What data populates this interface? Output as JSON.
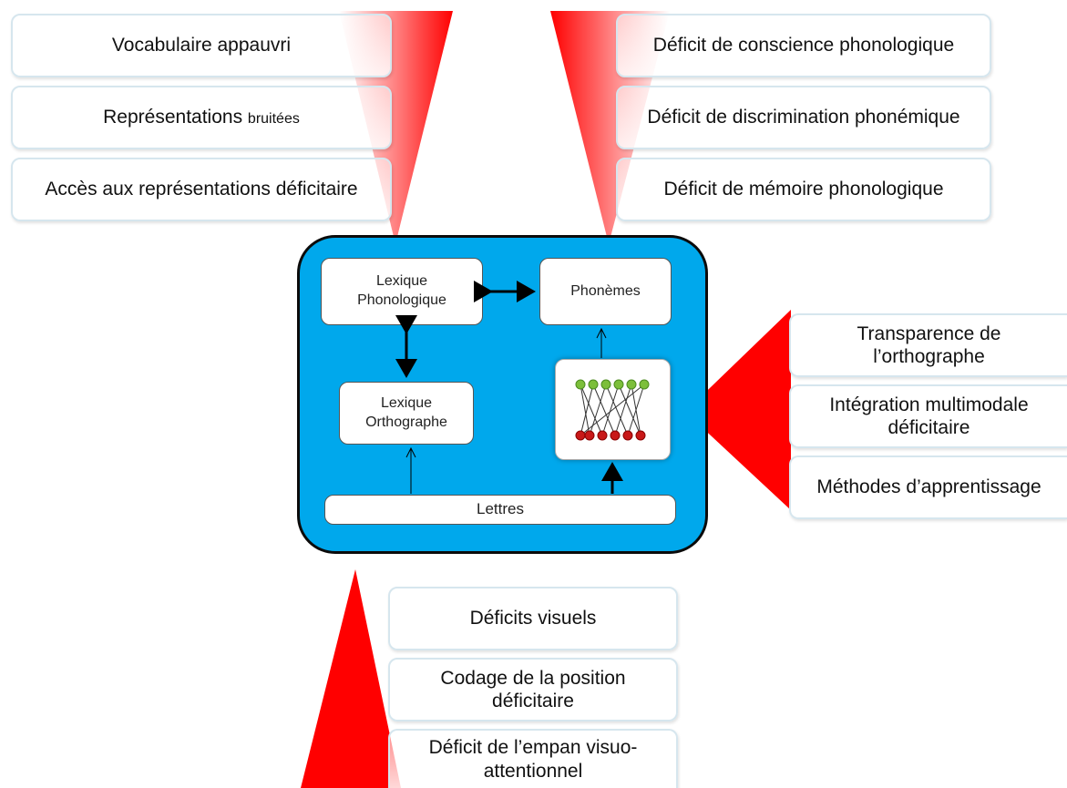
{
  "top_left": {
    "vocab": "Vocabulaire appauvri",
    "representations": "Représentations",
    "representations_small": "bruitées",
    "acces": "Accès aux représentations déficitaire"
  },
  "top_right": {
    "conscience": "Déficit de conscience phonologique",
    "discrimination": "Déficit de discrimination phonémique",
    "memoire": "Déficit de mémoire phonologique"
  },
  "right": {
    "transparence_l1": "Transparence de",
    "transparence_l2": "l’orthographe",
    "integration_l1": "Intégration multimodale",
    "integration_l2": "déficitaire",
    "methodes": "Méthodes d’apprentissage"
  },
  "bottom": {
    "visuels": "Déficits visuels",
    "codage_l1": "Codage de la position",
    "codage_l2": "déficitaire",
    "empan_l1": "Déficit de l’empan visuo-",
    "empan_l2": "attentionnel"
  },
  "model": {
    "lexique_phono_l1": "Lexique",
    "lexique_phono_l2": "Phonologique",
    "phonemes": "Phonèmes",
    "lexique_ortho_l1": "Lexique",
    "lexique_ortho_l2": "Orthographe",
    "lettres": "Lettres"
  },
  "colors": {
    "wedge": "#ff0000",
    "panel": "#00a8ec",
    "node_top": "#7cbf3a",
    "node_bottom": "#c81818"
  },
  "icons": {
    "network": "neural-network-icon"
  }
}
